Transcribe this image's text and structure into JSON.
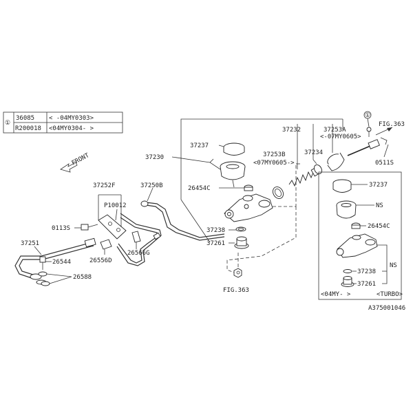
{
  "table": {
    "marker": "①",
    "rows": [
      {
        "part": "36085",
        "range": "<      -04MY0303>"
      },
      {
        "part": "R200018",
        "range": "<04MY0304-      >"
      }
    ]
  },
  "labels": {
    "front": "FRONT",
    "p37237_top": "37237",
    "p37230": "37230",
    "p26454c_main": "26454C",
    "p37238_main": "37238",
    "p37261_main": "37261",
    "p37232": "37232",
    "p37253a": "37253A",
    "p37253a_range": "<-07MY0605>",
    "p37253b": "37253B",
    "p37253b_range": "<07MY0605->",
    "p37234": "37234",
    "fig363_top": "FIG.363",
    "p0511s": "0511S",
    "marker_top": "①",
    "p37252f": "37252F",
    "p37250b": "37250B",
    "p10012": "P10012",
    "p0113s": "0113S",
    "p37251": "37251",
    "p26544": "26544",
    "p26556d": "26556D",
    "p26566g": "26566G",
    "p26588": "26588",
    "fig363_bottom": "FIG.363",
    "turbo_37237": "37237",
    "turbo_ns1": "NS",
    "turbo_26454c": "26454C",
    "turbo_37238": "37238",
    "turbo_ns2": "NS",
    "turbo_37261": "37261",
    "turbo_range": "<04MY-    >",
    "turbo_tag": "<TURBO>",
    "diagram_id": "A375001046"
  }
}
